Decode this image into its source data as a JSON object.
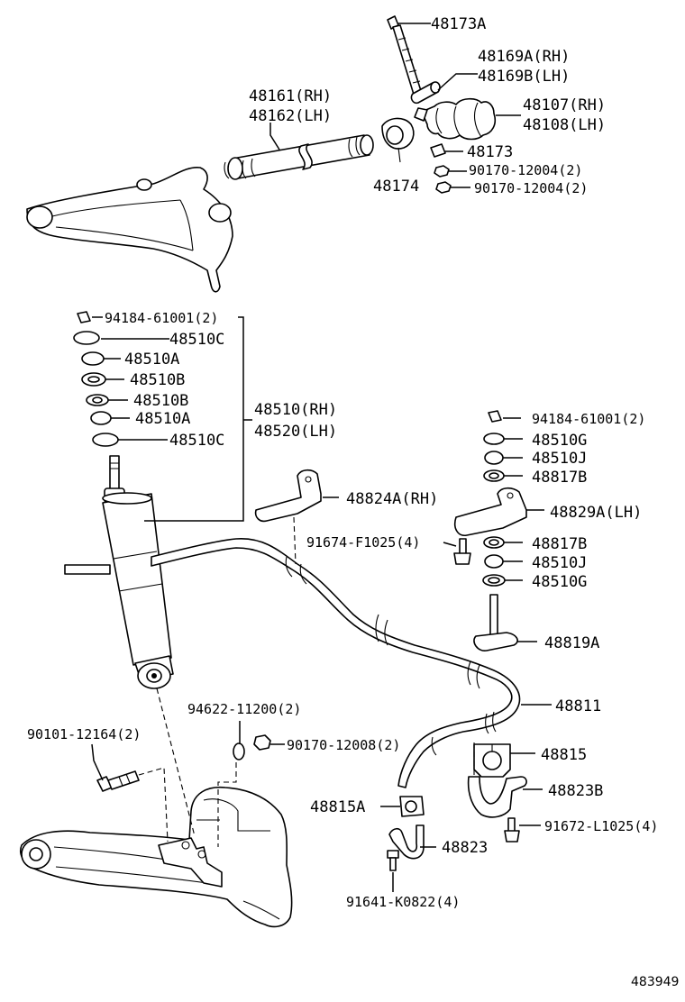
{
  "labels": {
    "p48173A": "48173A",
    "p48169A": "48169A(RH)",
    "p48169B": "48169B(LH)",
    "p48161": "48161(RH)",
    "p48162": "48162(LH)",
    "p48107": "48107(RH)",
    "p48108": "48108(LH)",
    "p48173": "48173",
    "p48174": "48174",
    "p90170_12004_a": "90170-12004(2)",
    "p90170_12004_b": "90170-12004(2)",
    "p94184_top": "94184-61001(2)",
    "p48510C_a": "48510C",
    "p48510A_a": "48510A",
    "p48510B_a": "48510B",
    "p48510B_b": "48510B",
    "p48510A_b": "48510A",
    "p48510C_b": "48510C",
    "p48510": "48510(RH)",
    "p48520": "48520(LH)",
    "p94184_right": "94184-61001(2)",
    "p48510G_a": "48510G",
    "p48510J_a": "48510J",
    "p48817B_a": "48817B",
    "p48824A": "48824A(RH)",
    "p48829A": "48829A(LH)",
    "p91674": "91674-F1025(4)",
    "p48817B_b": "48817B",
    "p48510J_b": "48510J",
    "p48510G_b": "48510G",
    "p48819A": "48819A",
    "p48811": "48811",
    "p94622": "94622-11200(2)",
    "p90101": "90101-12164(2)",
    "p90170_12008": "90170-12008(2)",
    "p48815": "48815",
    "p48823B": "48823B",
    "p48815A": "48815A",
    "p91672": "91672-L1025(4)",
    "p48823": "48823",
    "p91641": "91641-K0822(4)"
  },
  "figure_number": "483949"
}
